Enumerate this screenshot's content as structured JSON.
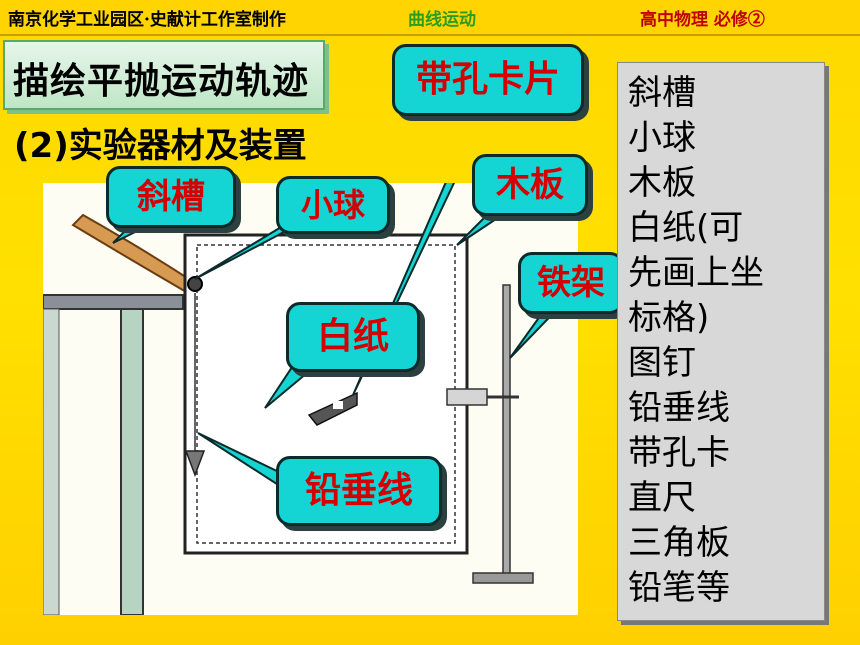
{
  "header": {
    "left": "南京化学工业园区·史献计工作室制作",
    "center": "曲线运动",
    "right": "高中物理 必修②"
  },
  "title": "描绘平抛运动轨迹",
  "subtitle": "(2)实验器材及装置",
  "callouts": {
    "chute": "斜槽",
    "ball": "小球",
    "card": "带孔卡片",
    "board": "木板",
    "stand": "铁架",
    "paper": "白纸",
    "plumb": "铅垂线"
  },
  "equipment_list": [
    "斜槽",
    "小球",
    "木板",
    "白纸(可",
    "先画上坐",
    "标格)",
    "图钉",
    "铅垂线",
    "带孔卡",
    "直尺",
    "三角板",
    "铅笔等"
  ],
  "colors": {
    "background": "#ffd800",
    "callout_fill": "#14d4d4",
    "callout_text": "#d40000",
    "title_box": "#c8ead0",
    "list_box": "#d8d8d8"
  }
}
